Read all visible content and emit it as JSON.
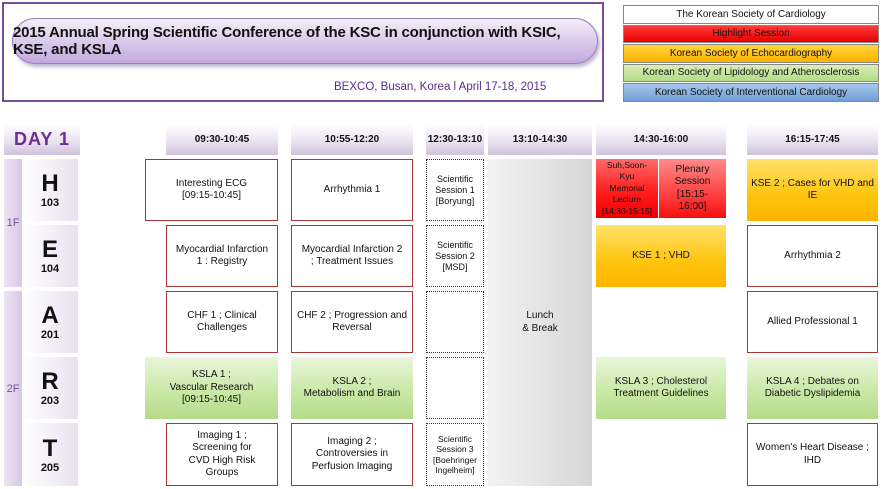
{
  "header": {
    "title": "2015 Annual Spring Scientific Conference of the KSC in conjunction with KSIC, KSE, and KSLA",
    "venue": "BEXCO, Busan, Korea  l  April 17-18, 2015"
  },
  "legend": {
    "ksc": "The Korean Society of Cardiology",
    "highlight": "Highlight Session",
    "kse": "Korean Society of Echocardiography",
    "ksla": "Korean Society of Lipidology and Atherosclerosis",
    "ksic": "Korean Society of Interventional Cardiology"
  },
  "colors": {
    "brand_purple": "#7a4d9c",
    "highlight_red": "#ff1e1e",
    "kse_yellow": "#ffc40c",
    "ksla_green": "#c7e7a3",
    "ksic_blue": "#6f9fd6"
  },
  "day_label": "DAY 1",
  "times": [
    "09:30-10:45",
    "10:55-12:20",
    "12:30-13:10",
    "13:10-14:30",
    "14:30-16:00",
    "16:15-17:45"
  ],
  "floors": [
    "1F",
    "2F"
  ],
  "rooms": [
    {
      "letter": "H",
      "number": "103"
    },
    {
      "letter": "E",
      "number": "104"
    },
    {
      "letter": "A",
      "number": "201"
    },
    {
      "letter": "R",
      "number": "203"
    },
    {
      "letter": "T",
      "number": "205"
    }
  ],
  "lunch": {
    "line1": "Lunch",
    "line2": "& Break"
  },
  "sessions": {
    "h_1": {
      "line1": "Interesting ECG",
      "line2": "[09:15-10:45]"
    },
    "h_2": {
      "line1": "Arrhythmia 1"
    },
    "h_3": {
      "line1": "Scientific",
      "line2": "Session 1",
      "line3": "[Boryung]"
    },
    "h_4a": {
      "line1": "Suh,Soon-Kyu",
      "line2": "Memorial",
      "line3": "Lecture",
      "line4": "[14:30-15:15]"
    },
    "h_4b": {
      "line1": "Plenary",
      "line2": "Session",
      "line3": "[15:15-",
      "line4": "16:00]"
    },
    "h_5": {
      "line1": "KSE 2 ; Cases for VHD and",
      "line2": "IE"
    },
    "e_1": {
      "line1": "Myocardial Infarction",
      "line2": "1 : Registry"
    },
    "e_2": {
      "line1": "Myocardial Infarction 2",
      "line2": "; Treatment Issues"
    },
    "e_3": {
      "line1": "Scientific",
      "line2": "Session 2",
      "line3": "[MSD]"
    },
    "e_4": {
      "line1": "KSE 1 ;  VHD"
    },
    "e_5": {
      "line1": "Arrhythmia 2"
    },
    "a_1": {
      "line1": "CHF 1 ; Clinical",
      "line2": "Challenges"
    },
    "a_2": {
      "line1": "CHF 2 ; Progression and",
      "line2": "Reversal"
    },
    "a_5": {
      "line1": "Allied Professional 1"
    },
    "r_1": {
      "line1": "KSLA 1 ;",
      "line2": "Vascular Research",
      "line3": "[09:15-10:45]"
    },
    "r_2": {
      "line1": "KSLA 2 ;",
      "line2": "Metabolism and Brain"
    },
    "r_4": {
      "line1": "KSLA 3 ; Cholesterol",
      "line2": "Treatment Guidelines"
    },
    "r_5": {
      "line1": "KSLA 4 ; Debates on",
      "line2": "Diabetic Dyslipidemia"
    },
    "t_1": {
      "line1": "Imaging 1 ;",
      "line2": "Screening for",
      "line3": "CVD High Risk",
      "line4": "Groups"
    },
    "t_2": {
      "line1": "Imaging 2 ;",
      "line2": "Controversies in",
      "line3": "Perfusion Imaging"
    },
    "t_3": {
      "line1": "Scientific",
      "line2": "Session 3",
      "line3": "[Boehringer",
      "line4": "Ingelheim]"
    },
    "t_5": {
      "line1": "Women's Heart Disease ;",
      "line2": "IHD"
    }
  }
}
